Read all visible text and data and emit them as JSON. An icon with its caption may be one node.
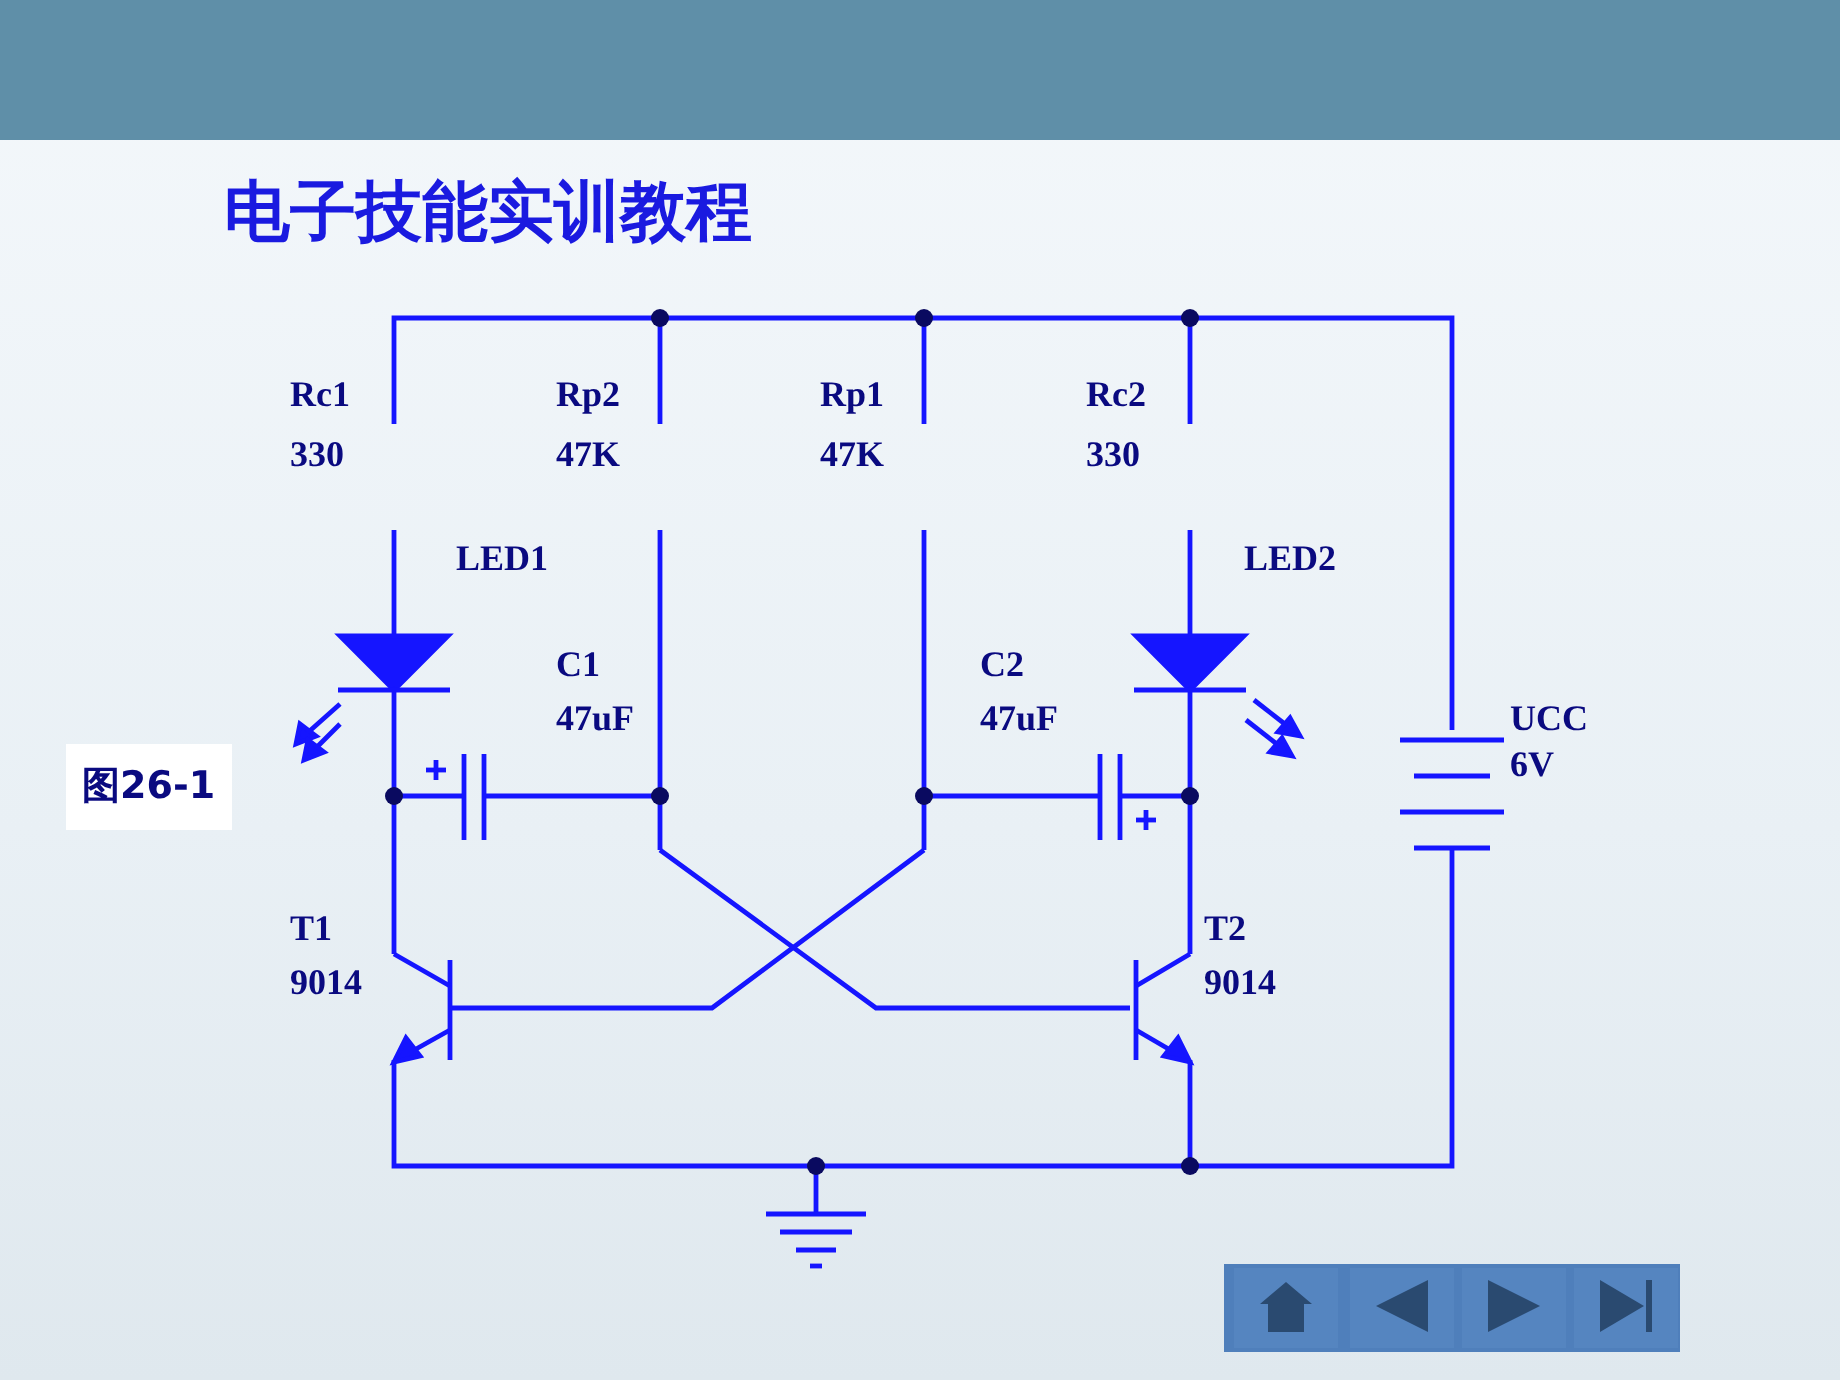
{
  "diagram": {
    "title": "电子技能实训教程",
    "labels": [
      "Rc1",
      "330",
      "Rp2",
      "47K",
      "Rp1",
      "47K",
      "Rc2",
      "330",
      "LED1",
      "LED2",
      "C1",
      "47uF",
      "C2",
      "47uF",
      "UCC",
      "6V",
      "图26-1",
      "T1",
      "9014",
      "T2",
      "9014"
    ]
  }
}
